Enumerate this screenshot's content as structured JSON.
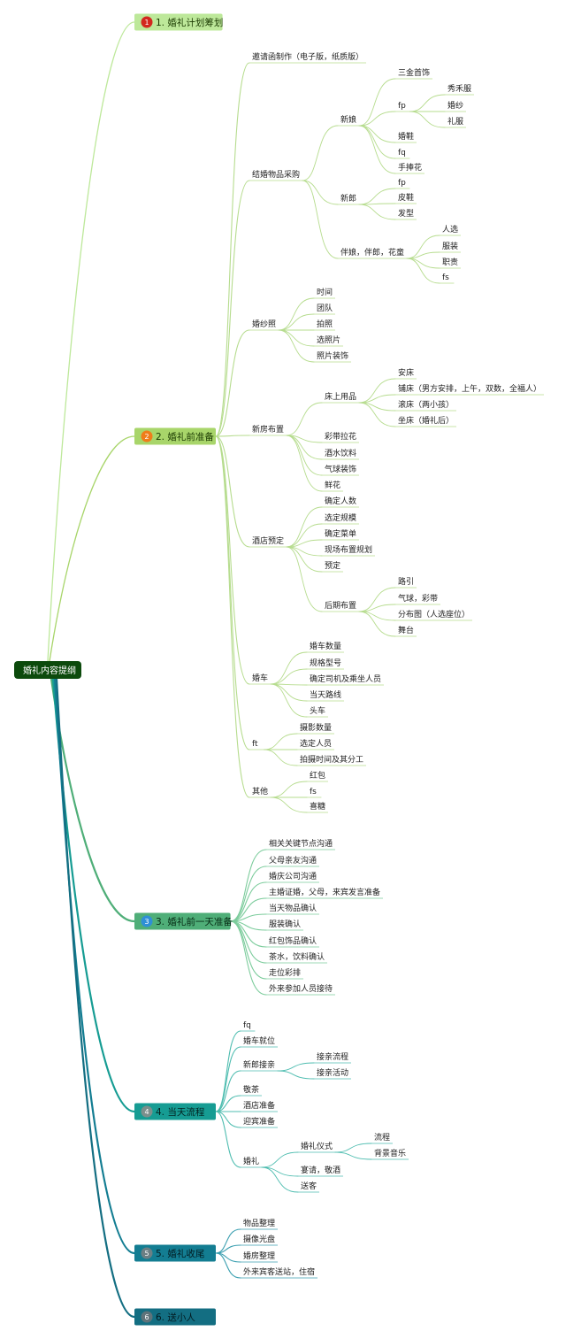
{
  "root": "婚礼内容提纲",
  "sections": [
    {
      "num": "1",
      "label": "1. 婚礼计划筹划",
      "color": "#bde89a",
      "branch": "#a9dc7a",
      "badge": "#d2281e",
      "text": "#1a3a00",
      "children": []
    },
    {
      "num": "2",
      "label": "2. 婚礼前准备",
      "color": "#a8d56a",
      "branch": "#b6dc8e",
      "badge": "#ef7d1a",
      "text": "#1a3a00",
      "children": [
        {
          "label": "邀请函制作（电子版，纸质版）"
        },
        {
          "label": "结婚物品采购",
          "children": [
            {
              "label": "新娘",
              "children": [
                {
                  "label": "三金首饰"
                },
                {
                  "label": "fp",
                  "children": [
                    {
                      "label": "秀禾服"
                    },
                    {
                      "label": "婚纱"
                    },
                    {
                      "label": "礼服"
                    }
                  ]
                },
                {
                  "label": "婚鞋"
                },
                {
                  "label": "fq"
                },
                {
                  "label": "手捧花"
                }
              ]
            },
            {
              "label": "新郎",
              "children": [
                {
                  "label": "fp"
                },
                {
                  "label": "皮鞋"
                },
                {
                  "label": "发型"
                }
              ]
            },
            {
              "label": "伴娘，伴郎，花童",
              "children": [
                {
                  "label": "人选"
                },
                {
                  "label": "服装"
                },
                {
                  "label": "职责"
                },
                {
                  "label": "fs"
                }
              ]
            }
          ]
        },
        {
          "label": "婚纱照",
          "children": [
            {
              "label": "时间"
            },
            {
              "label": "团队"
            },
            {
              "label": "拍照"
            },
            {
              "label": "选照片"
            },
            {
              "label": "照片装饰"
            }
          ]
        },
        {
          "label": "新房布置",
          "children": [
            {
              "label": "床上用品",
              "children": [
                {
                  "label": "安床"
                },
                {
                  "label": "铺床（男方安排，上午，双数，全福人）"
                },
                {
                  "label": "滚床（两小孩）"
                },
                {
                  "label": "坐床（婚礼后）"
                }
              ]
            },
            {
              "label": "彩带拉花"
            },
            {
              "label": "酒水饮料"
            },
            {
              "label": "气球装饰"
            },
            {
              "label": "鲜花"
            }
          ]
        },
        {
          "label": "酒店预定",
          "children": [
            {
              "label": "确定人数"
            },
            {
              "label": "选定规模"
            },
            {
              "label": "确定菜单"
            },
            {
              "label": "现场布置规划"
            },
            {
              "label": "预定"
            },
            {
              "label": "后期布置",
              "children": [
                {
                  "label": "路引"
                },
                {
                  "label": "气球，彩带"
                },
                {
                  "label": "分布图（人选座位）"
                },
                {
                  "label": "舞台"
                }
              ]
            }
          ]
        },
        {
          "label": "婚车",
          "children": [
            {
              "label": "婚车数量"
            },
            {
              "label": "规格型号"
            },
            {
              "label": "确定司机及乘坐人员"
            },
            {
              "label": "当天路线"
            },
            {
              "label": "头车"
            }
          ]
        },
        {
          "label": "ft",
          "children": [
            {
              "label": "摄影数量"
            },
            {
              "label": "选定人员"
            },
            {
              "label": "拍摄时间及其分工"
            }
          ]
        },
        {
          "label": "其他",
          "children": [
            {
              "label": "红包"
            },
            {
              "label": "fs"
            },
            {
              "label": "喜糖"
            }
          ]
        }
      ]
    },
    {
      "num": "3",
      "label": "3. 婚礼前一天准备",
      "color": "#4fae78",
      "branch": "#7ccc9c",
      "badge": "#2f8fd6",
      "text": "#062a14",
      "children": [
        {
          "label": "相关关键节点沟通"
        },
        {
          "label": "父母亲友沟通"
        },
        {
          "label": "婚庆公司沟通"
        },
        {
          "label": "主婚证婚，父母，来宾发言准备"
        },
        {
          "label": "当天物品确认"
        },
        {
          "label": "服装确认"
        },
        {
          "label": "红包饰品确认"
        },
        {
          "label": "茶水，饮料确认"
        },
        {
          "label": "走位彩排"
        },
        {
          "label": "外来参加人员接待"
        }
      ]
    },
    {
      "num": "4",
      "label": "4. 当天流程",
      "color": "#169c93",
      "branch": "#4fbdb0",
      "badge": "#7b8f8c",
      "text": "#03211f",
      "children": [
        {
          "label": "fq"
        },
        {
          "label": "婚车就位"
        },
        {
          "label": "新郎接亲",
          "children": [
            {
              "label": "接亲流程"
            },
            {
              "label": "接亲活动"
            }
          ]
        },
        {
          "label": "敬茶"
        },
        {
          "label": "酒店准备"
        },
        {
          "label": "迎宾准备"
        },
        {
          "label": "婚礼",
          "children": [
            {
              "label": "婚礼仪式",
              "children": [
                {
                  "label": "流程"
                },
                {
                  "label": "背景音乐"
                }
              ]
            },
            {
              "label": "宴请，敬酒"
            },
            {
              "label": "送客"
            }
          ]
        }
      ]
    },
    {
      "num": "5",
      "label": "5. 婚礼收尾",
      "color": "#137d92",
      "branch": "#3b9fb0",
      "badge": "#6b7f84",
      "text": "#021c22",
      "children": [
        {
          "label": "物品整理"
        },
        {
          "label": "摄像光盘"
        },
        {
          "label": "婚房整理"
        },
        {
          "label": "外来宾客送站，住宿"
        }
      ]
    },
    {
      "num": "6",
      "label": "6. 送小人",
      "color": "#136e82",
      "branch": "#2f8ca0",
      "badge": "#5f737a",
      "text": "#021a20",
      "children": []
    }
  ]
}
